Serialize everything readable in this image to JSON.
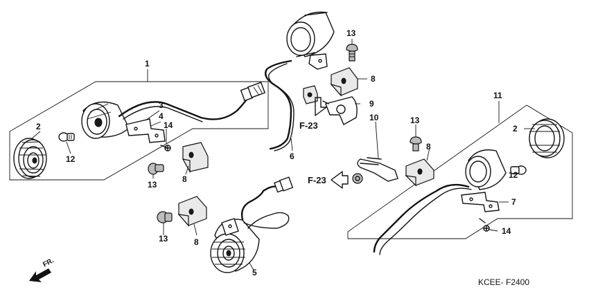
{
  "diagram": {
    "callouts": {
      "c1": "1",
      "c2a": "2",
      "c2b": "2",
      "c3": "3",
      "c4": "4",
      "c5": "5",
      "c6": "6",
      "c7": "7",
      "c8a": "8",
      "c8b": "8",
      "c8c": "8",
      "c8d": "8",
      "c9": "9",
      "c10": "10",
      "c11": "11",
      "c12a": "12",
      "c12b": "12",
      "c13a": "13",
      "c13b": "13",
      "c13c": "13",
      "c13d": "13",
      "c14a": "14",
      "c14b": "14"
    },
    "references": {
      "f23_top": "F-23",
      "f23_mid": "F-23"
    },
    "direction": "FR.",
    "code": "KCEE- F2400"
  }
}
